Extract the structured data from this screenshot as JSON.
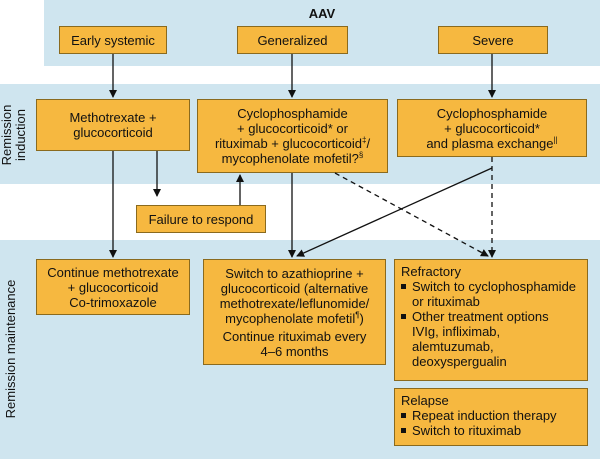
{
  "colors": {
    "band": "#cfe5ef",
    "box": "#f6b840",
    "box_border": "#8a6a1e",
    "arrow": "#111111"
  },
  "header": {
    "title": "AAV"
  },
  "categories": {
    "early": "Early systemic",
    "generalized": "Generalized",
    "severe": "Severe"
  },
  "phases": {
    "induction_1": "Remission",
    "induction_2": "induction",
    "maintenance": "Remission maintenance"
  },
  "induction": {
    "early": {
      "line1": "Methotrexate +",
      "line2": "glucocorticoid"
    },
    "generalized": {
      "line1": "Cyclophosphamide",
      "line2": "+ glucocorticoid* or",
      "line3a": "rituximab + glucocorticoid",
      "line3sup": "‡",
      "line3b": "/",
      "line4a": "mycophenolate mofetil?",
      "line4sup": "§"
    },
    "severe": {
      "line1": "Cyclophosphamide",
      "line2": "+ glucocorticoid*",
      "line3": "and plasma exchange",
      "line3sup": "||"
    }
  },
  "failure": "Failure to respond",
  "maintenance": {
    "early": {
      "line1": "Continue methotrexate",
      "line2": "+ glucocorticoid",
      "line3": "Co-trimoxazole"
    },
    "generalized": {
      "line1": "Switch to azathioprine +",
      "line2": "glucocorticoid (alternative",
      "line3": "methotrexate/leflunomide/",
      "line4a": "mycophenolate mofetil",
      "line4sup": "¶",
      "line4b": ")",
      "line5": "Continue rituximab every",
      "line6": "4–6 months"
    }
  },
  "refractory": {
    "title": "Refractory",
    "item1": [
      "Switch to cyclophosphamide",
      "or rituximab"
    ],
    "item2": [
      "Other treatment options",
      "IVIg, infliximab,",
      "alemtuzumab,",
      "deoxyspergualin"
    ]
  },
  "relapse": {
    "title": "Relapse",
    "items": [
      "Repeat induction therapy",
      "Switch to rituximab"
    ]
  }
}
